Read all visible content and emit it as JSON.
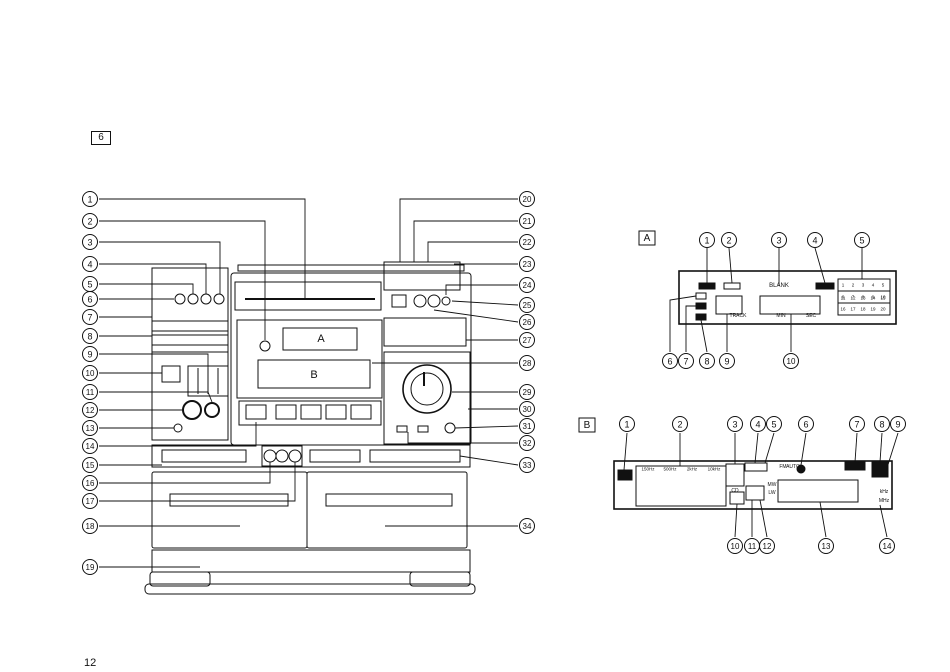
{
  "figure_label": "6",
  "page_number": "12",
  "unit_callouts": [
    "1",
    "2",
    "3",
    "4",
    "5",
    "6",
    "7",
    "8",
    "9",
    "10",
    "11",
    "12",
    "13",
    "14",
    "15",
    "16",
    "17",
    "18",
    "19",
    "20",
    "21",
    "22",
    "23",
    "24",
    "25",
    "26",
    "27",
    "28",
    "29",
    "30",
    "31",
    "32",
    "33",
    "34"
  ],
  "unit_marks": {
    "disc_a": "A",
    "disc_b": "B"
  },
  "display_a": {
    "box_label": "A",
    "callouts_top": [
      "1",
      "2",
      "3",
      "4",
      "5"
    ],
    "callouts_bottom": [
      "6",
      "7",
      "8",
      "9",
      "10"
    ],
    "indicators": {
      "blank": "BLANK",
      "track": "TRACK",
      "min": "MIN",
      "sec": "SEC"
    },
    "track_grid": [
      "1",
      "2",
      "3",
      "4",
      "5",
      "6",
      "7",
      "8",
      "9",
      "10",
      "11",
      "12",
      "13",
      "14",
      "15",
      "16",
      "17",
      "18",
      "19",
      "20"
    ]
  },
  "display_b": {
    "box_label": "B",
    "callouts_top": [
      "1",
      "2",
      "3",
      "4",
      "5",
      "6",
      "7",
      "8",
      "9"
    ],
    "callouts_bottom": [
      "10",
      "11",
      "12",
      "13",
      "14"
    ],
    "eq_bands": [
      "150Hz",
      "500Hz",
      "2kHz",
      "10kHz"
    ],
    "indicators": {
      "fm": "FM",
      "auto": "AUTO",
      "mw": "MW",
      "lw": "LW",
      "cd": "CD",
      "khz": "kHz",
      "mhz": "MHz"
    }
  }
}
